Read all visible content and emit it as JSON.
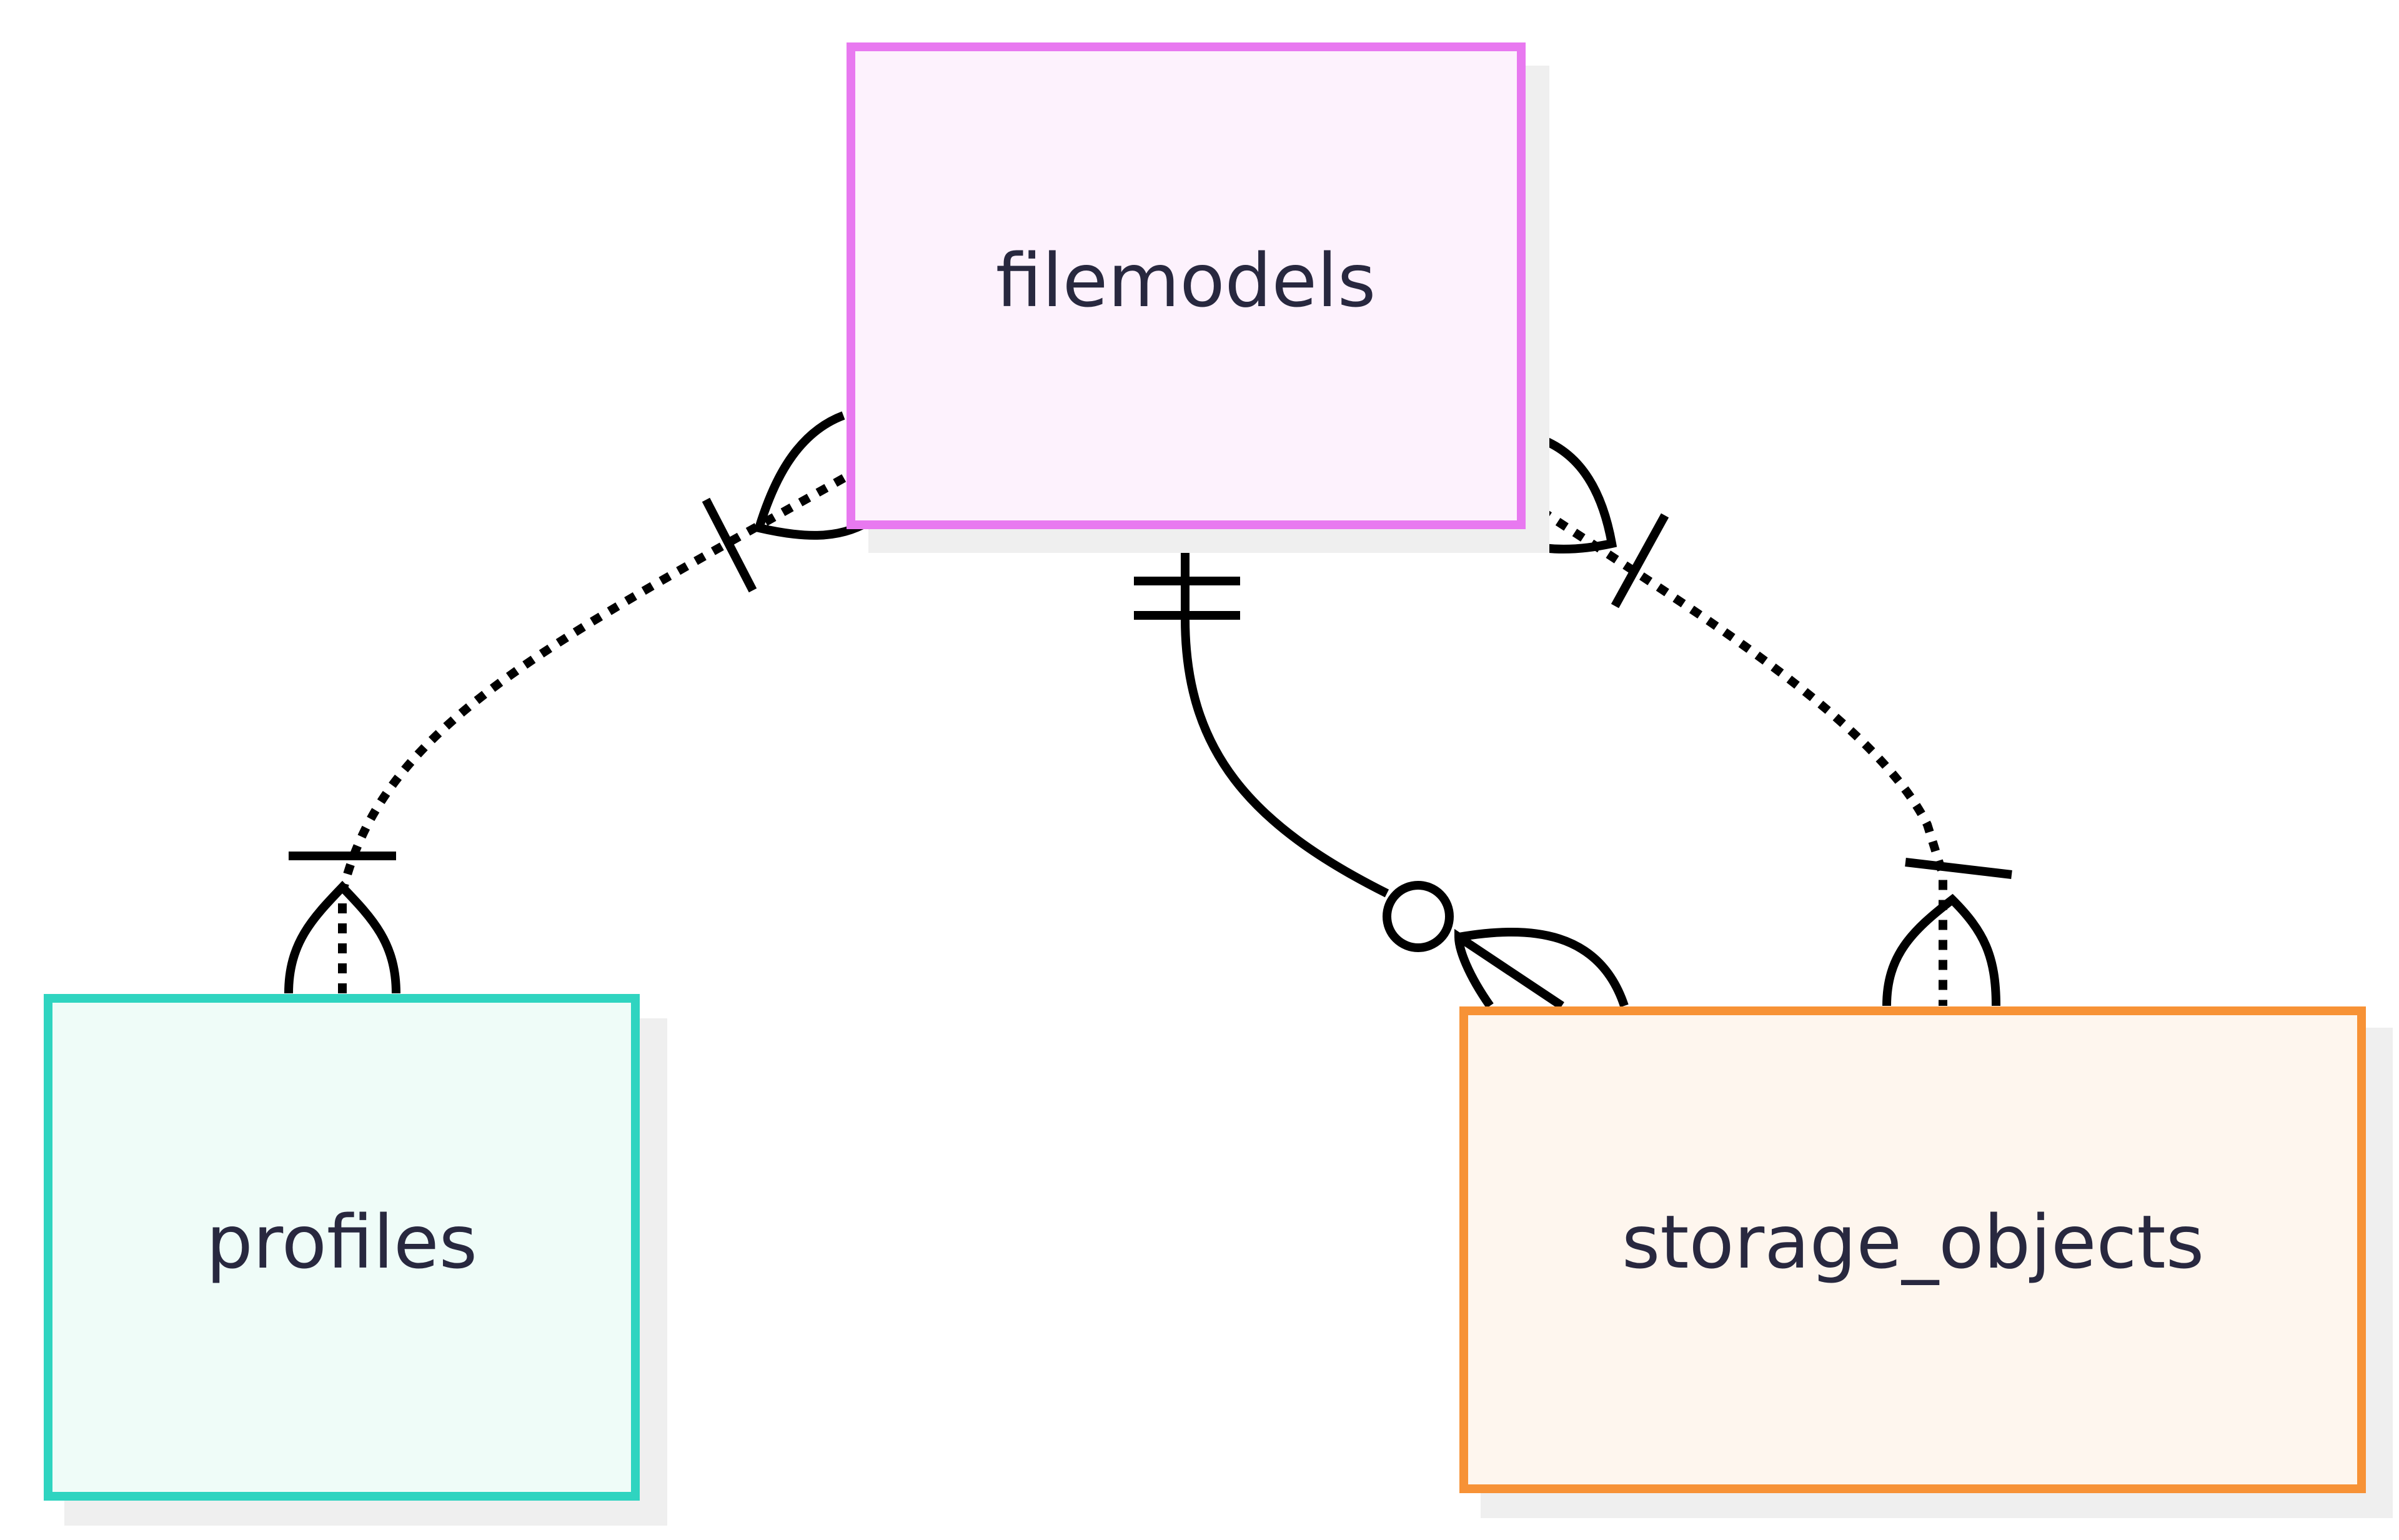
{
  "entities": {
    "filemodels": {
      "label": "filemodels",
      "fill": "#fdf2fd",
      "stroke": "#e879f0"
    },
    "profiles": {
      "label": "profiles",
      "fill": "#effcf8",
      "stroke": "#2fd4c0"
    },
    "storage_objects": {
      "label": "storage_objects",
      "fill": "#fef6ee",
      "stroke": "#f79236"
    }
  },
  "relationships": [
    {
      "from": "profiles",
      "to": "filemodels",
      "line": "dotted",
      "from_cardinality": "one-or-many",
      "to_cardinality": "one-or-many"
    },
    {
      "from": "filemodels",
      "to": "storage_objects",
      "line": "solid",
      "from_cardinality": "exactly-one",
      "to_cardinality": "zero-or-many"
    },
    {
      "from": "filemodels",
      "to": "storage_objects",
      "line": "dotted",
      "from_cardinality": "one-or-many",
      "to_cardinality": "one-or-many"
    }
  ]
}
